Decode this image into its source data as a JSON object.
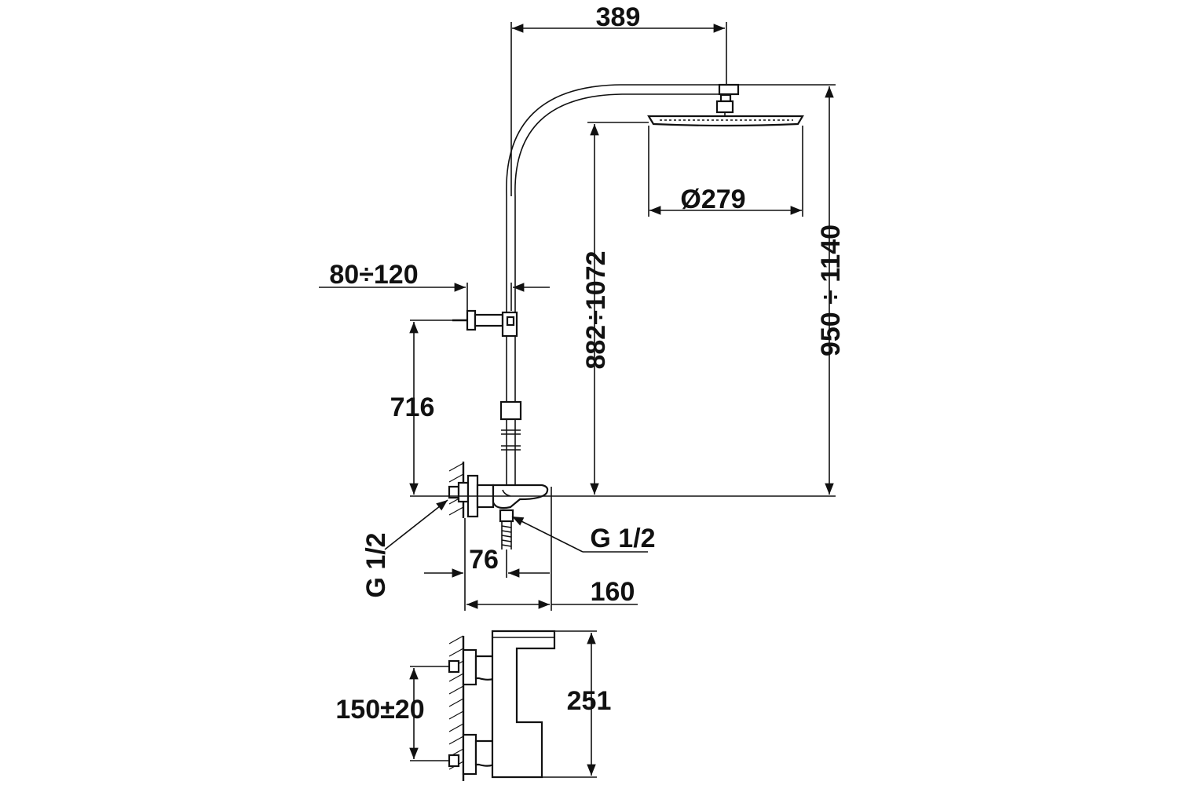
{
  "diagram": {
    "dimensions": {
      "arm_reach": "389",
      "head_diameter": "Ø279",
      "head_height": "882÷1072",
      "total_height": "950 ÷ 1140",
      "wall_offset": "80÷120",
      "bracket_height": "716",
      "inlet_left": "G 1/2",
      "outlet_right": "G 1/2",
      "outlet_offset": "76",
      "mixer_depth": "160",
      "inlet_spacing": "150±20",
      "mixer_height": "251"
    }
  }
}
